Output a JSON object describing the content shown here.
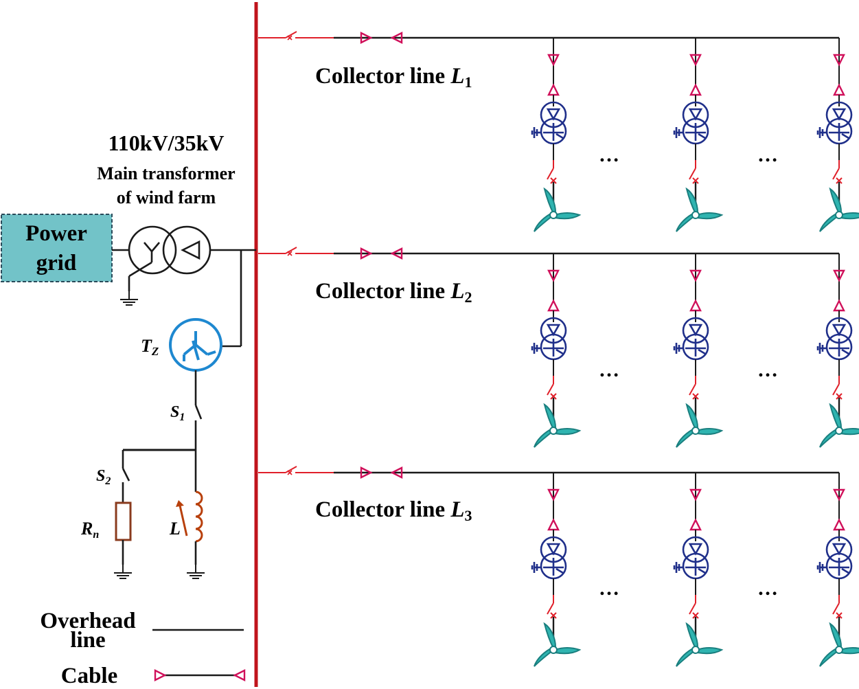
{
  "labels": {
    "transformer_voltage": "110kV/35kV",
    "transformer_name_1": "Main transformer",
    "transformer_name_2": "of wind farm",
    "power_grid_1": "Power",
    "power_grid_2": "grid",
    "tz_main": "T",
    "tz_sub": "Z",
    "s1_main": "S",
    "s1_sub": "1",
    "s2_main": "S",
    "s2_sub": "2",
    "rn_main": "R",
    "rn_sub": "n",
    "inductor": "L",
    "collector_prefix": "Collector line ",
    "collector_symbol": "L",
    "collector_subs": [
      "1",
      "2",
      "3"
    ],
    "ellipsis": "…",
    "legend_overhead_1": "Overhead",
    "legend_overhead_2": "line",
    "legend_cable": "Cable"
  },
  "colors": {
    "busbar": "#c0141c",
    "line": "#1a1a1a",
    "breaker": "#e0202a",
    "cable_marker": "#d0105a",
    "box_transformer": "#1f2f8a",
    "grounding_transformer": "#1e88d0",
    "resistor": "#8a3b1e",
    "inductor": "#b8400c",
    "turbine": "#1a9a9a",
    "grid_box": "#72c3c8"
  }
}
